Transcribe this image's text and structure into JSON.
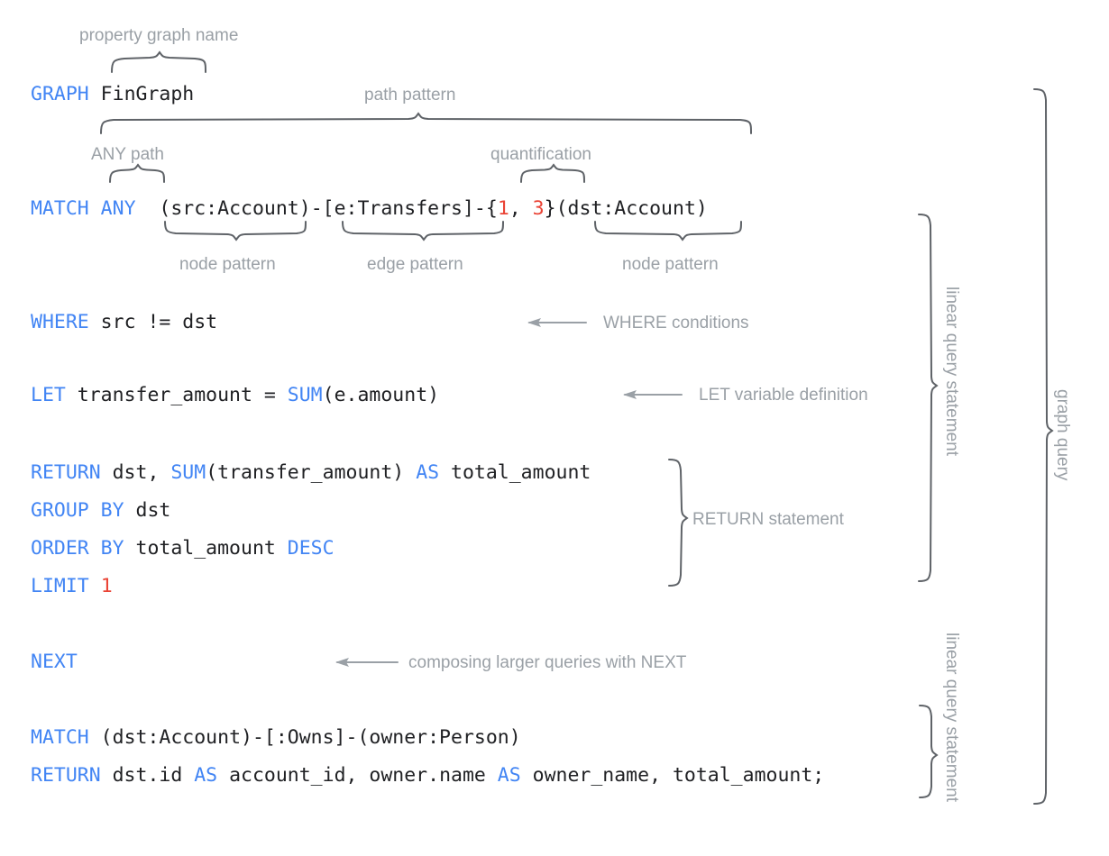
{
  "meta": {
    "title": "GQL graph query anatomy diagram",
    "accent_blue": "#4285f4",
    "accent_orange": "#ea4335",
    "annotation_gray": "#9aa0a6",
    "brace_gray": "#5f6368",
    "text_color": "#202124",
    "background": "#ffffff"
  },
  "code": {
    "line_graph": {
      "keyword": "GRAPH",
      "name": " FinGraph"
    },
    "line_match": {
      "keyword": "MATCH",
      "any": " ANY",
      "src_node": "  (src:Account)",
      "dash1": "-",
      "edge": "[e:Transfers]",
      "dash2": "-{",
      "q_low": "1",
      "q_sep": ", ",
      "q_high": "3",
      "q_close": "}",
      "dst_node": "(dst:Account)"
    },
    "line_where": {
      "keyword": "WHERE",
      "expr": " src != dst"
    },
    "line_let": {
      "keyword": "LET",
      "var": " transfer_amount = ",
      "func": "SUM",
      "args": "(e.amount)"
    },
    "line_return1": {
      "keyword": "RETURN",
      "part1": " dst, ",
      "func": "SUM",
      "args": "(transfer_amount) ",
      "as": "AS",
      "alias": " total_amount"
    },
    "line_group": {
      "keyword": "GROUP BY",
      "expr": " dst"
    },
    "line_order": {
      "keyword": "ORDER BY",
      "expr": " total_amount ",
      "dir": "DESC"
    },
    "line_limit": {
      "keyword": "LIMIT",
      "value": "1"
    },
    "line_next": {
      "keyword": "NEXT"
    },
    "line_match2": {
      "keyword": "MATCH",
      "pattern": " (dst:Account)-[:Owns]-(owner:Person)"
    },
    "line_return2": {
      "keyword": "RETURN",
      "part1": " dst.id ",
      "as1": "AS",
      "part2": " account_id, owner.name ",
      "as2": "AS",
      "part3": " owner_name, total_amount;"
    }
  },
  "annotations": {
    "property_graph_name": "property graph name",
    "path_pattern": "path pattern",
    "any_path": "ANY path",
    "quantification": "quantification",
    "node_pattern_left": "node pattern",
    "edge_pattern": "edge pattern",
    "node_pattern_right": "node pattern",
    "where_conditions": "WHERE conditions",
    "let_variable_definition": "LET variable definition",
    "return_statement": "RETURN statement",
    "composing_with_next": "composing larger queries with NEXT",
    "linear_query_statement_1": "linear query statement",
    "linear_query_statement_2": "linear query statement",
    "graph_query": "graph query"
  }
}
